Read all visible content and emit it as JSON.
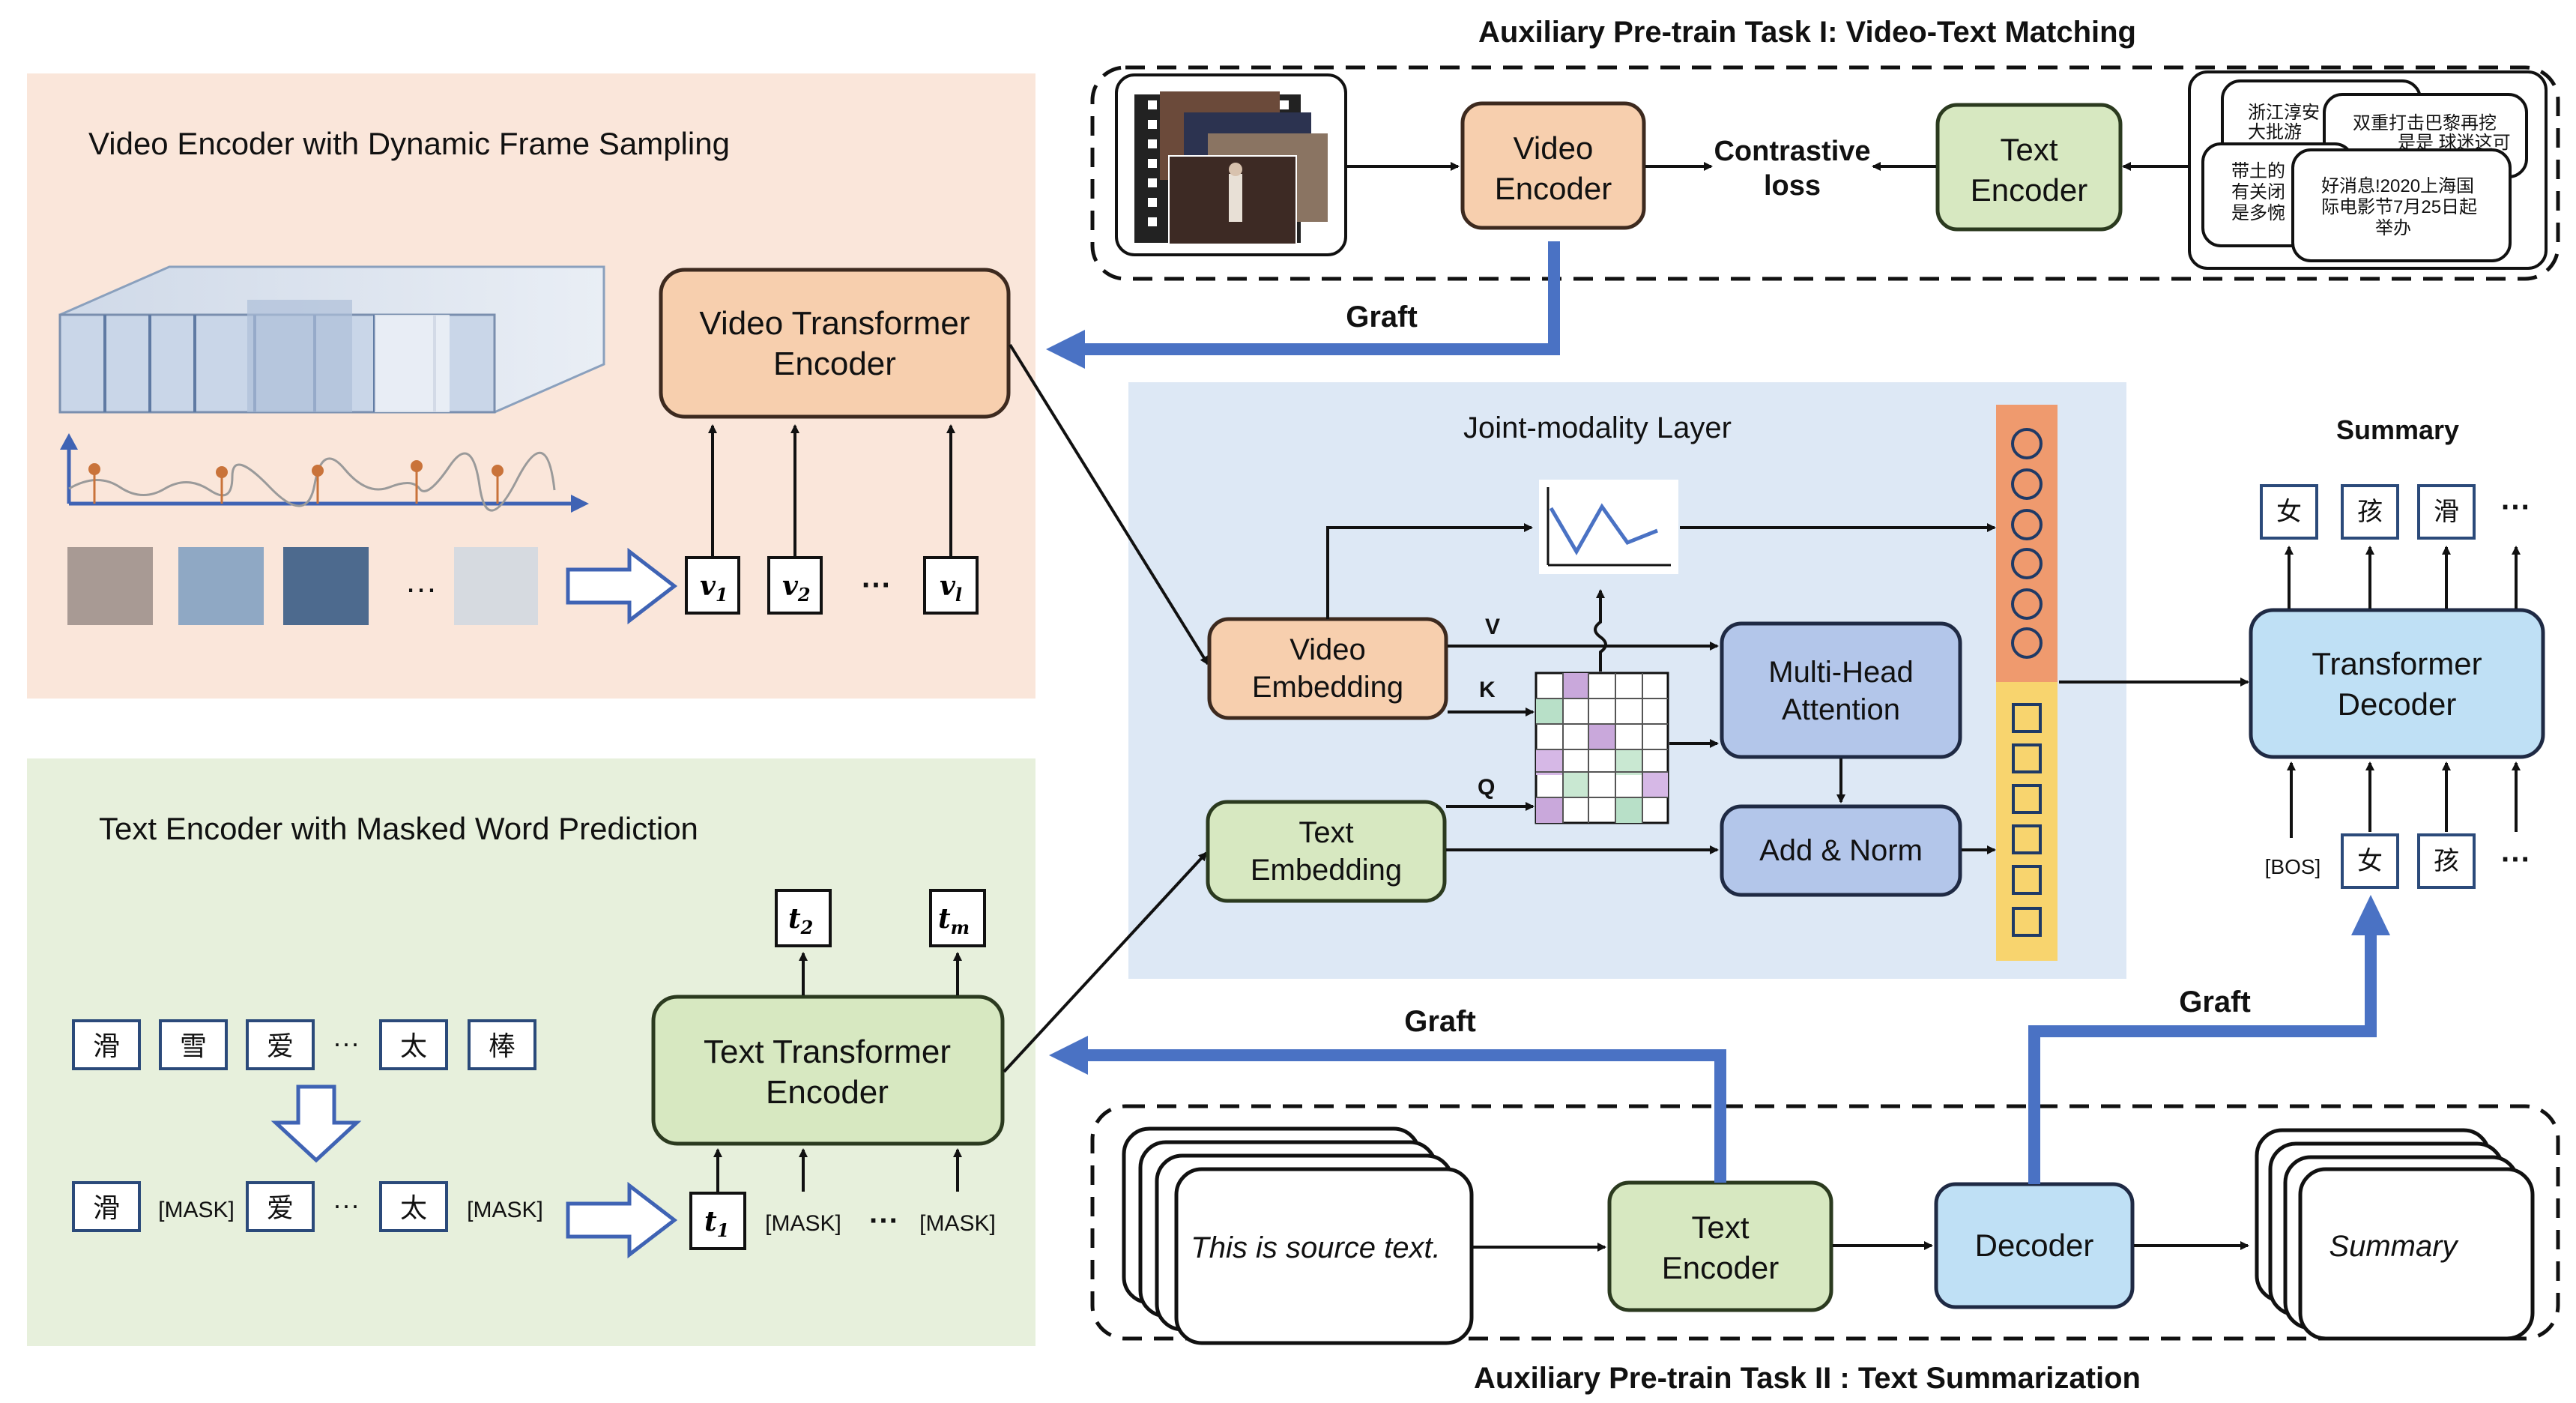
{
  "titles": {
    "task1": "Auxiliary Pre-train Task I: Video-Text Matching",
    "task2": "Auxiliary Pre-train Task II : Text Summarization",
    "video_section": "Video Encoder with Dynamic Frame Sampling",
    "text_section": "Text Encoder with Masked Word Prediction",
    "joint": "Joint-modality Layer",
    "summary": "Summary"
  },
  "boxes": {
    "video_encoder_top": [
      "Video",
      "Encoder"
    ],
    "contrastive": [
      "Contrastive",
      "loss"
    ],
    "text_encoder_top": [
      "Text",
      "Encoder"
    ],
    "video_transformer": [
      "Video Transformer",
      "Encoder"
    ],
    "text_transformer": [
      "Text Transformer",
      "Encoder"
    ],
    "video_embedding": [
      "Video",
      "Embedding"
    ],
    "text_embedding": [
      "Text",
      "Embedding"
    ],
    "mha": [
      "Multi-Head",
      "Attention"
    ],
    "add_norm": "Add & Norm",
    "transformer_decoder": [
      "Transformer",
      "Decoder"
    ],
    "text_encoder_bottom": [
      "Text",
      "Encoder"
    ],
    "decoder_bottom": "Decoder"
  },
  "labels": {
    "graft": "Graft",
    "v": "V",
    "k": "K",
    "q": "Q",
    "bos": "[BOS]",
    "mask": "[MASK]",
    "ellipsis": "···",
    "dots": "…",
    "source_text": "This is source text.",
    "summary_doc": "Summary"
  },
  "tokens": {
    "video": [
      {
        "base": "v",
        "sub": "1"
      },
      {
        "base": "v",
        "sub": "2"
      },
      {
        "base": "v",
        "sub": "l"
      }
    ],
    "text_out": [
      {
        "base": "t",
        "sub": "2"
      },
      {
        "base": "t",
        "sub": "m"
      }
    ],
    "text_in": [
      {
        "base": "t",
        "sub": "1"
      }
    ],
    "chars_row1": [
      "滑",
      "雪",
      "爱",
      "太",
      "棒"
    ],
    "chars_row2": [
      "滑",
      "爱",
      "太"
    ],
    "summary_out": [
      "女",
      "孩",
      "滑"
    ],
    "decoder_in": [
      "女",
      "孩"
    ]
  },
  "captions": {
    "c1": [
      "浙江淳安",
      "大批游"
    ],
    "c2": [
      "双重打击巴黎再挖",
      "是是 球迷这可"
    ],
    "c3": [
      "带土的",
      "有关闭",
      "是多惋"
    ],
    "c4": [
      "好消息!2020上海国",
      "际电影节7月25日起",
      "举办"
    ]
  },
  "colors": {
    "orange_box": "#f7cfae",
    "orange_border": "#3d2a1f",
    "green_box": "#d7e8c1",
    "blue_box": "#b3c6ea",
    "light_blue_box": "#bfe0f5",
    "video_panel": "#fae6da",
    "text_panel": "#e7f0dc",
    "joint_panel": "#dde8f5",
    "arrow_blue": "#4a72c4",
    "token_border": "#2b4a7a"
  }
}
